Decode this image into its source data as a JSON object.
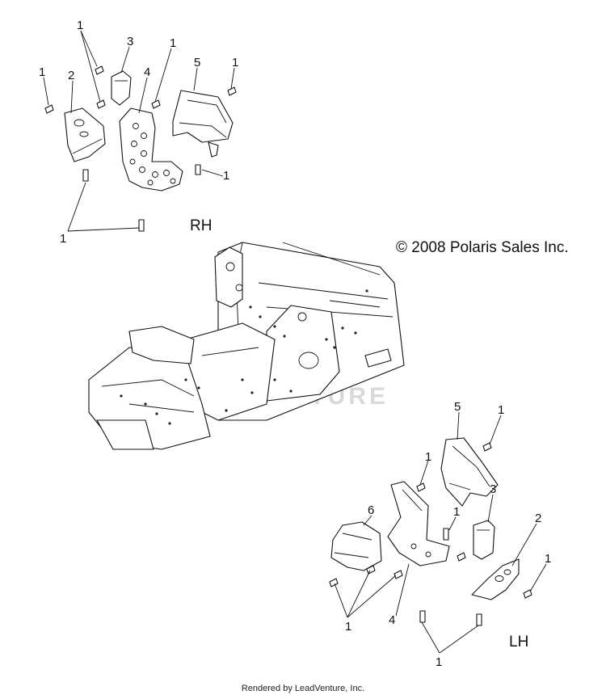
{
  "labels": {
    "rh": "RH",
    "lh": "LH",
    "n1": "1",
    "n2": "2",
    "n3": "3",
    "n4": "4",
    "n5": "5",
    "n6": "6"
  },
  "copyright": "© 2008 Polaris Sales Inc.",
  "watermark": "LEADVENTURE",
  "footer": "Rendered by LeadVenture, Inc."
}
